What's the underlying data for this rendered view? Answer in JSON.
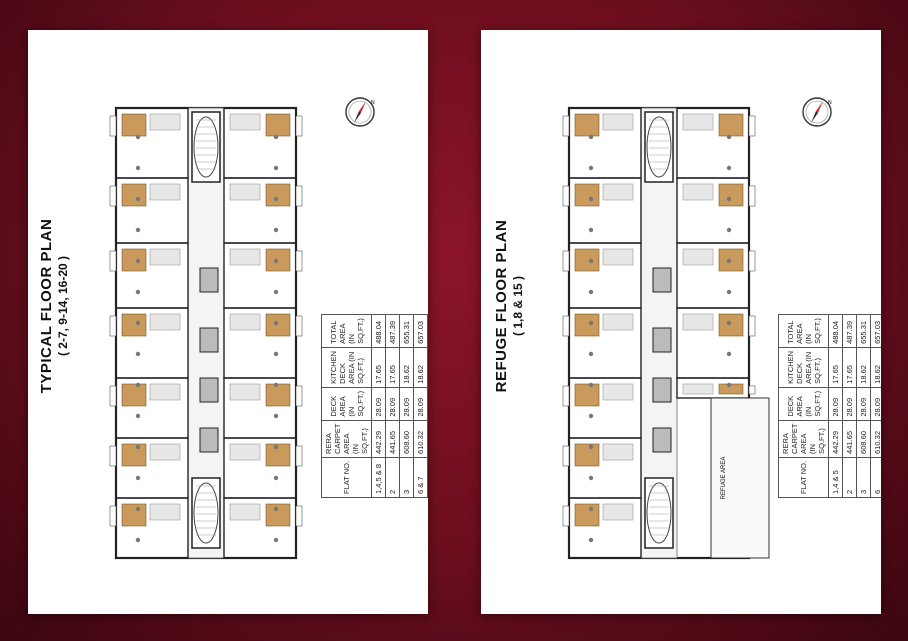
{
  "left": {
    "title": "TYPICAL FLOOR PLAN",
    "subtitle": "( 2-7, 9-14, 16-20 )",
    "table": {
      "headers": [
        "FLAT NO.",
        "RERA CARPET AREA (IN SQ.FT.)",
        "DECK AREA (IN SQ.FT.)",
        "KITCHEN DECK AREA (IN SQ.FT.)",
        "TOTAL AREA (IN SQ.FT.)"
      ],
      "rows": [
        [
          "1,4,5 & 8",
          "442.29",
          "28.09",
          "17.65",
          "488.04"
        ],
        [
          "2",
          "441.65",
          "28.09",
          "17.65",
          "487.39"
        ],
        [
          "3",
          "608.60",
          "28.09",
          "18.62",
          "655.31"
        ],
        [
          "6 & 7",
          "610.32",
          "28.09",
          "18.62",
          "657.03"
        ]
      ]
    }
  },
  "right": {
    "title": "REFUGE FLOOR PLAN",
    "subtitle": "( 1,8 & 15 )",
    "refuge_label": "REFUGE AREA",
    "table": {
      "headers": [
        "FLAT NO.",
        "RERA CARPET AREA (IN SQ.FT.)",
        "DECK AREA (IN SQ.FT.)",
        "KITCHEN DECK AREA (IN SQ.FT.)",
        "TOTAL AREA (IN SQ.FT.)"
      ],
      "rows": [
        [
          "1,4 & 5",
          "442.29",
          "28.09",
          "17.65",
          "488.04"
        ],
        [
          "2",
          "441.65",
          "28.09",
          "17.65",
          "487.39"
        ],
        [
          "3",
          "608.60",
          "28.09",
          "18.62",
          "655.31"
        ],
        [
          "6",
          "610.32",
          "28.09",
          "18.62",
          "657.03"
        ]
      ]
    }
  },
  "colors": {
    "background": "#6b0e1e",
    "wood": "#c99a5b",
    "wall": "#222222",
    "compass_red": "#d12b2b"
  },
  "icons": [
    "compass-icon"
  ]
}
